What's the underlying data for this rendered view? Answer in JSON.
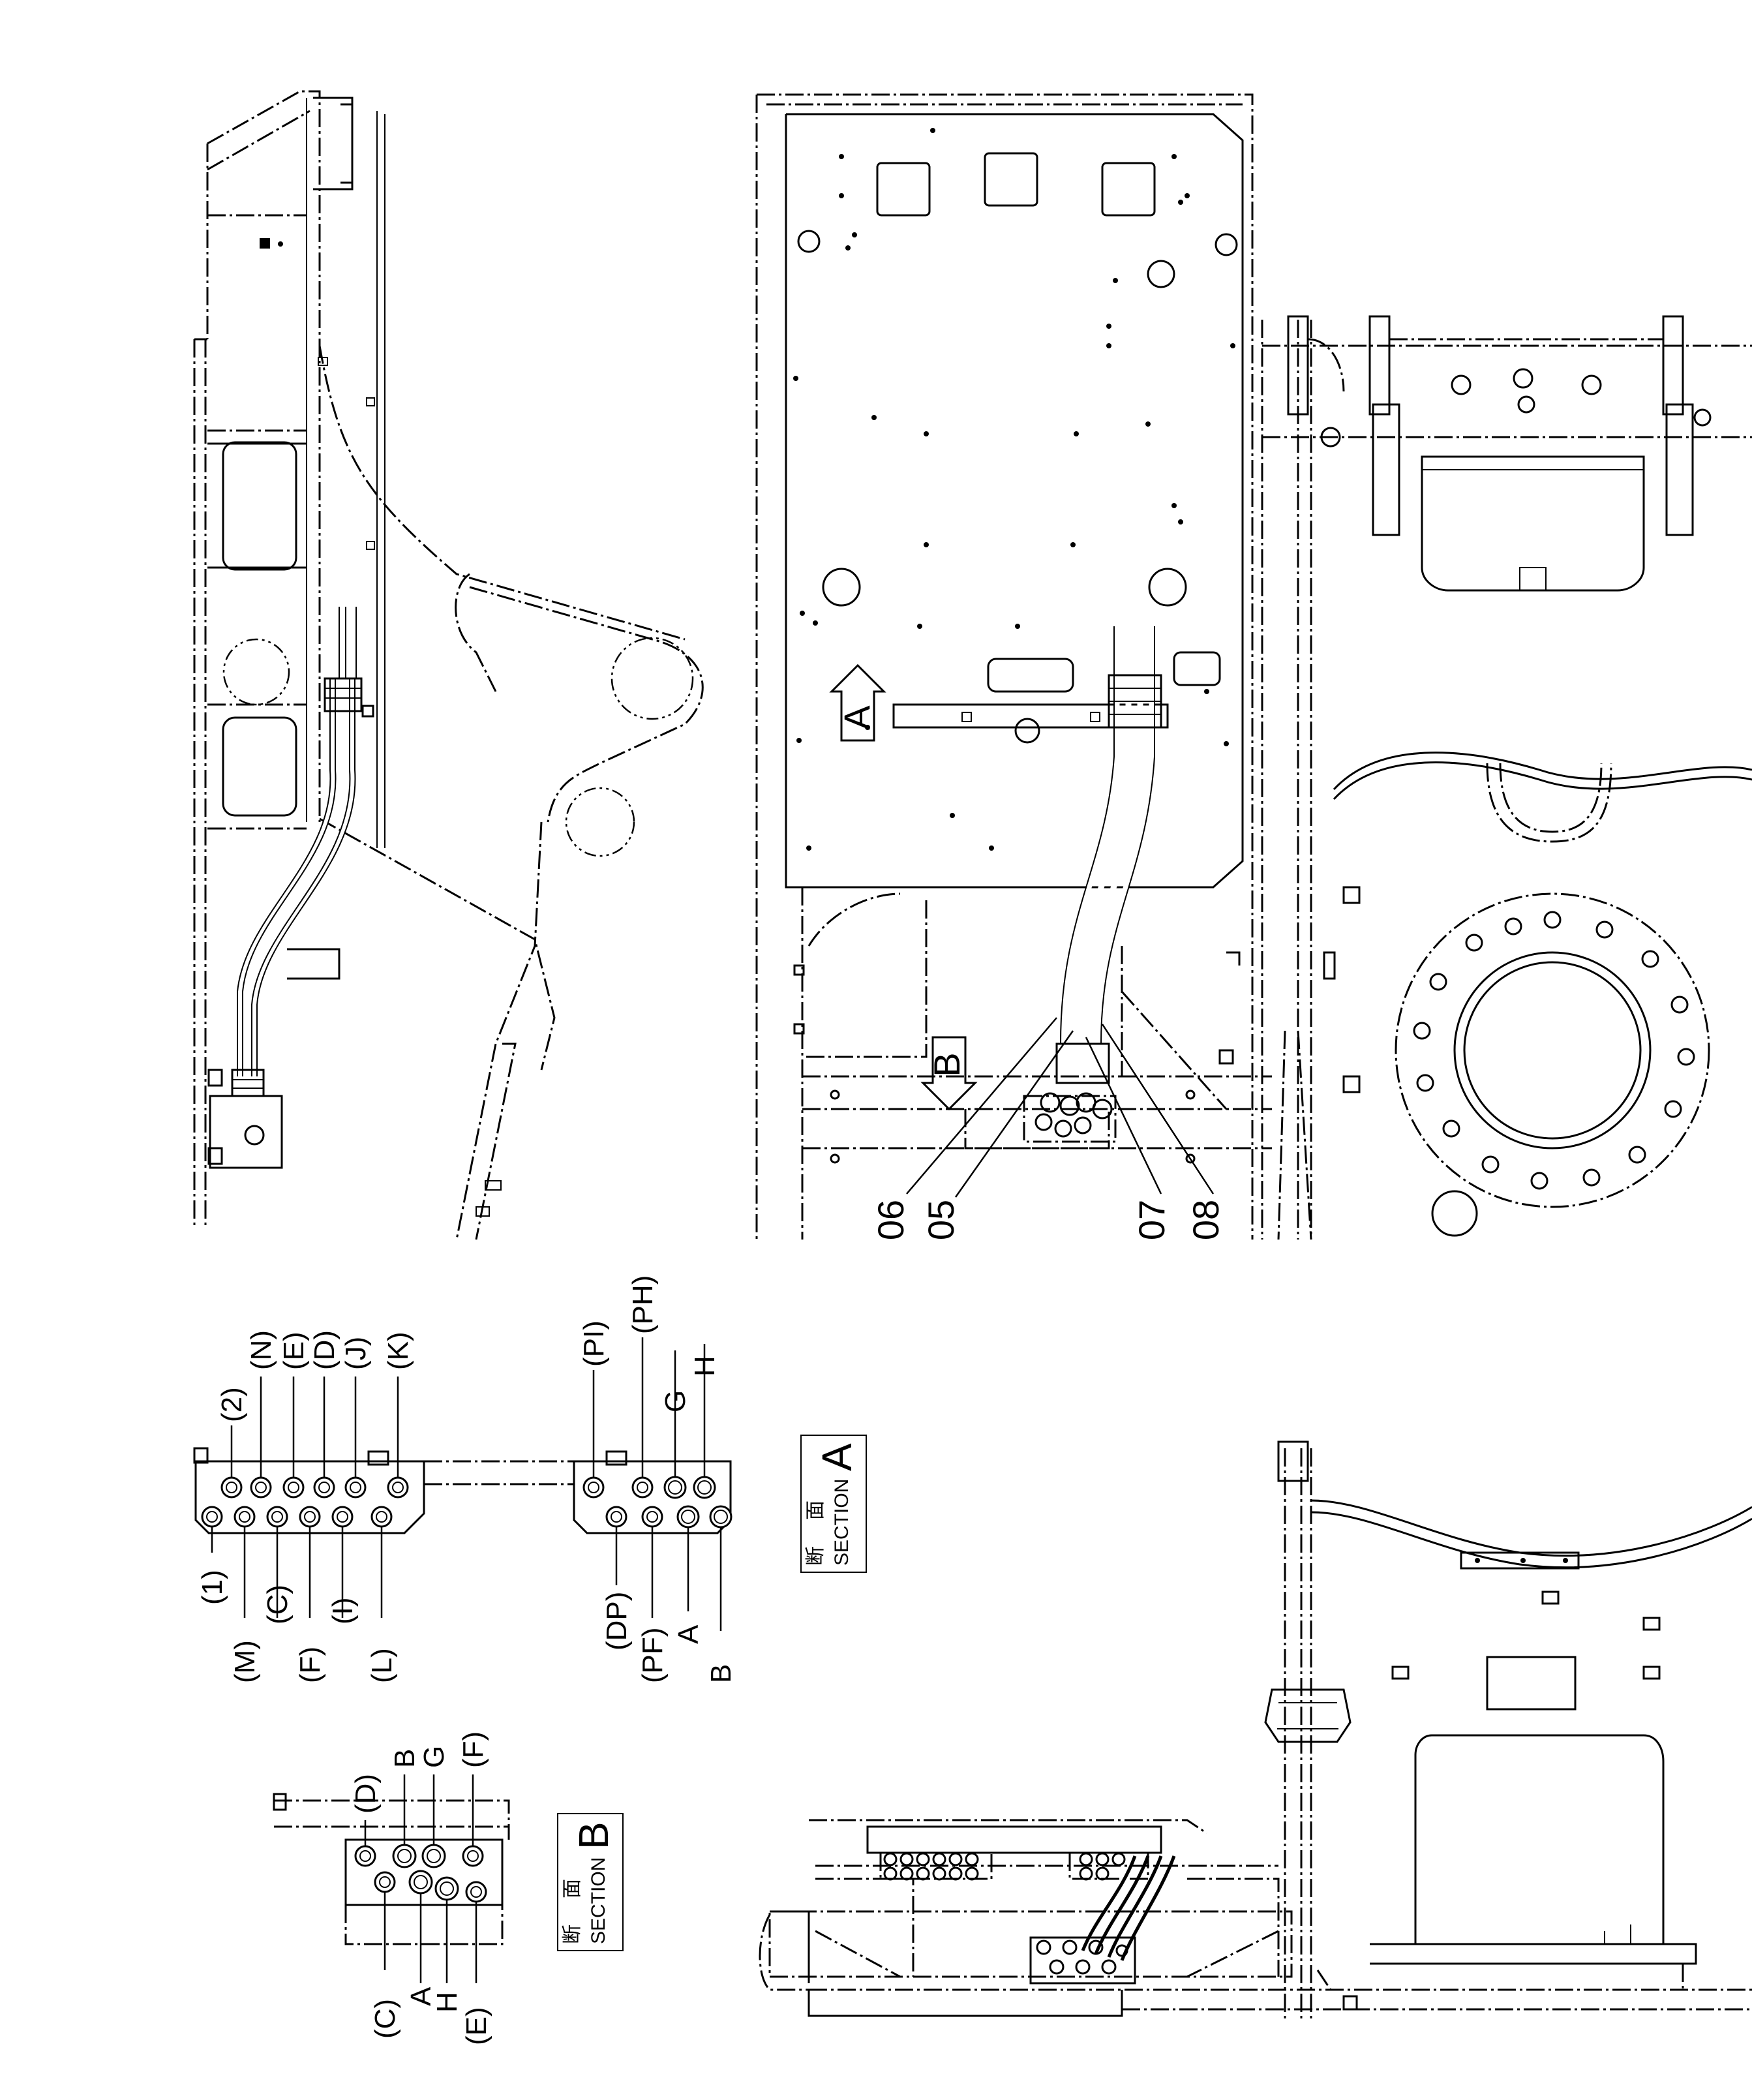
{
  "main_view": {
    "view_arrow_a": "A",
    "view_arrow_b": "B",
    "callouts": [
      {
        "id": "c06",
        "text": "06"
      },
      {
        "id": "c05",
        "text": "05"
      },
      {
        "id": "c07",
        "text": "07"
      },
      {
        "id": "c08",
        "text": "08"
      }
    ]
  },
  "section_a": {
    "box_kanji_1": "断",
    "box_kanji_2": "面",
    "box_word": "SECTION",
    "box_letter": "A",
    "top_labels": [
      "(2)",
      "(N)",
      "(E)",
      "(D)",
      "(J)",
      "(K)",
      "(PI)",
      "(PH)",
      "G",
      "H"
    ],
    "bottom_labels": [
      "(1)",
      "(M)",
      "(C)",
      "(F)",
      "(I)",
      "(L)",
      "(DP)",
      "(PF)",
      "A",
      "B"
    ]
  },
  "section_b": {
    "box_kanji_1": "断",
    "box_kanji_2": "面",
    "box_word": "SECTION",
    "box_letter": "B",
    "top_labels": [
      "(D)",
      "B",
      "G",
      "(F)"
    ],
    "bottom_labels": [
      "(C)",
      "A",
      "H",
      "(E)"
    ]
  }
}
